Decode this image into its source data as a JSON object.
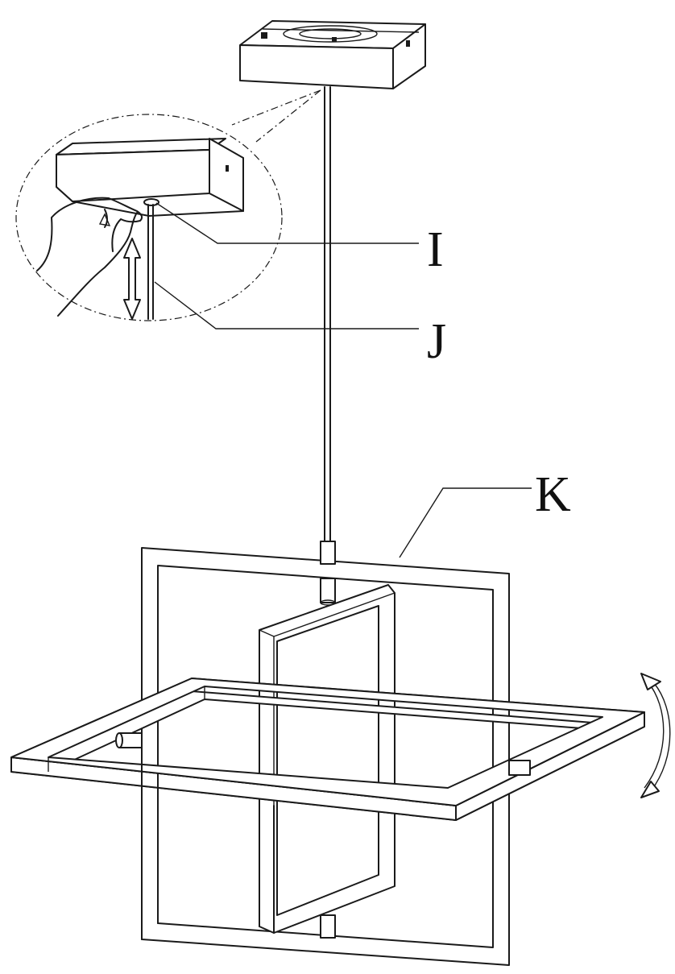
{
  "labels": {
    "I": "I",
    "J": "J",
    "K": "K"
  },
  "colors": {
    "line": "#1a1a1a",
    "background": "#ffffff"
  }
}
